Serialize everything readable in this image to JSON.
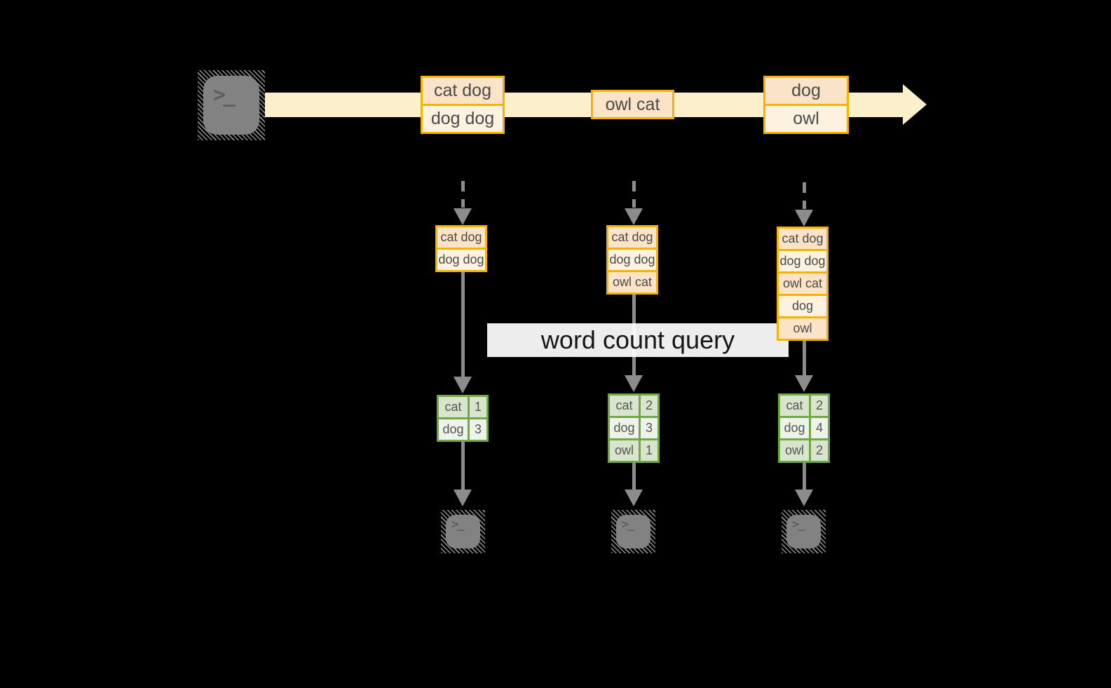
{
  "query_label": "word count query",
  "stream": {
    "source": "terminal",
    "events": [
      {
        "lines": [
          "cat dog",
          "dog dog"
        ]
      },
      {
        "lines": [
          "owl cat"
        ]
      },
      {
        "lines": [
          "dog",
          "owl"
        ]
      }
    ]
  },
  "windows": [
    {
      "items": [
        "cat dog",
        "dog dog"
      ]
    },
    {
      "items": [
        "cat dog",
        "dog dog",
        "owl cat"
      ]
    },
    {
      "items": [
        "cat dog",
        "dog dog",
        "owl cat",
        "dog",
        "owl"
      ]
    }
  ],
  "count_tables": [
    {
      "rows": [
        {
          "word": "cat",
          "count": "1"
        },
        {
          "word": "dog",
          "count": "3"
        }
      ]
    },
    {
      "rows": [
        {
          "word": "cat",
          "count": "2"
        },
        {
          "word": "dog",
          "count": "3"
        },
        {
          "word": "owl",
          "count": "1"
        }
      ]
    },
    {
      "rows": [
        {
          "word": "cat",
          "count": "2"
        },
        {
          "word": "dog",
          "count": "4"
        },
        {
          "word": "owl",
          "count": "2"
        }
      ]
    }
  ],
  "icons": {
    "terminal_glyph": ">_"
  },
  "colors": {
    "background": "#000000",
    "stream_band": "#FCEFCB",
    "box_border": "#F2B400",
    "box_fill_dark": "#FAE3C6",
    "box_fill_light": "#FDF1DF",
    "connector_gray": "#8C8C8C",
    "table_border_green": "#6FA944",
    "table_row_dark": "#D8E4CC",
    "table_row_light": "#EEF3EA",
    "label_bg": "#FFFFFF",
    "terminal_gray": "#828282"
  }
}
